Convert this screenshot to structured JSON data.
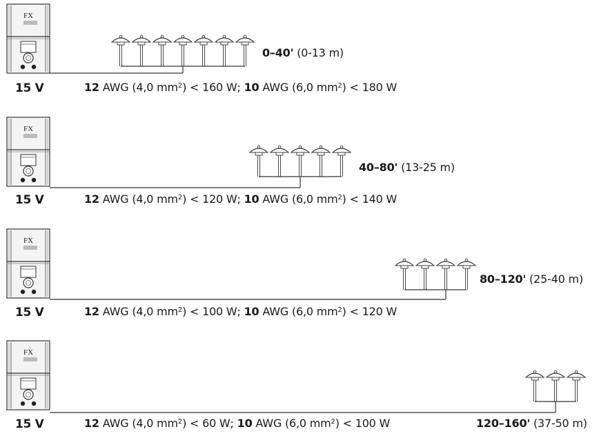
{
  "transformer": {
    "logo": "FX"
  },
  "runs": [
    {
      "voltage": "15 V",
      "awg12": "12",
      "awg12_text": " AWG (4,0 mm",
      "awg12_sup": "2",
      "awg12_limit": ") < 160 W; ",
      "awg10": "10",
      "awg10_text": " AWG (6,0 mm",
      "awg10_sup": "2",
      "awg10_limit": ") < 180 W",
      "distance": "0–40'",
      "distance_metric": " (0-13 m)",
      "fixture_count": 7
    },
    {
      "voltage": "15 V",
      "awg12": "12",
      "awg12_text": " AWG (4,0 mm",
      "awg12_sup": "2",
      "awg12_limit": ") < 120 W; ",
      "awg10": "10",
      "awg10_text": " AWG (6,0 mm",
      "awg10_sup": "2",
      "awg10_limit": ") < 140 W",
      "distance": "40–80'",
      "distance_metric": " (13-25 m)",
      "fixture_count": 5
    },
    {
      "voltage": "15 V",
      "awg12": "12",
      "awg12_text": " AWG (4,0 mm",
      "awg12_sup": "2",
      "awg12_limit": ") < 100 W; ",
      "awg10": "10",
      "awg10_text": " AWG (6,0 mm",
      "awg10_sup": "2",
      "awg10_limit": ") < 120 W",
      "distance": "80–120'",
      "distance_metric": " (25-40 m)",
      "fixture_count": 4
    },
    {
      "voltage": "15 V",
      "awg12": "12",
      "awg12_text": " AWG (4,0 mm",
      "awg12_sup": "2",
      "awg12_limit": ") < 60 W; ",
      "awg10": "10",
      "awg10_text": " AWG (6,0 mm",
      "awg10_sup": "2",
      "awg10_limit": ") < 100 W",
      "distance": "120–160'",
      "distance_metric": " (37-50 m)",
      "fixture_count": 3
    }
  ]
}
